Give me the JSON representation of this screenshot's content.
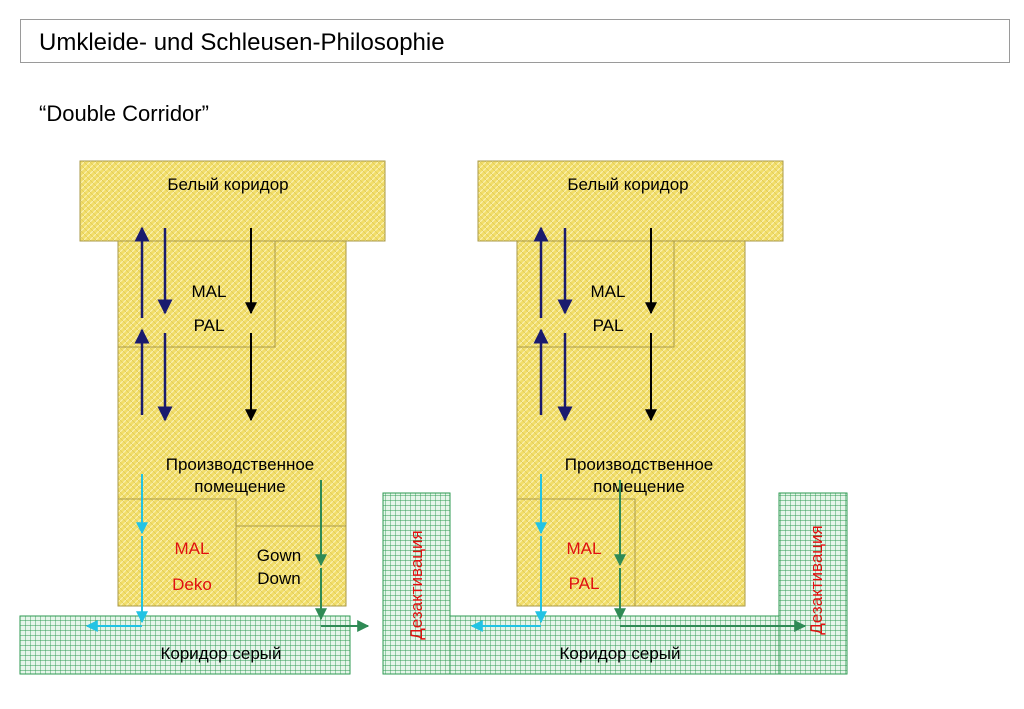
{
  "header": {
    "title": "Umkleide- und Schleusen-Philosophie"
  },
  "subtitle": "“Double Corridor”",
  "colors": {
    "room_fill": "#f2de6a",
    "room_edge": "#8f8640",
    "grid_fill": "#e6f5ea",
    "grid_line": "#2e9a52",
    "navy_arrow": "#1a1a6e",
    "black_arrow": "#000000",
    "cyan_arrow": "#22c3e4",
    "green_arrow": "#2f8a55",
    "red_text": "#e01010"
  },
  "left": {
    "white_corridor": "Белый коридор",
    "mal": "MAL",
    "pal": "PAL",
    "production_line1": "Производственное",
    "production_line2": "помещение",
    "lock_mal": "MAL",
    "lock_deko": "Deko",
    "gown_line1": "Gown",
    "gown_line2": "Down",
    "grey_corridor": "Коридор серый",
    "decontamination": "Дезактивация"
  },
  "right": {
    "white_corridor": "Белый коридор",
    "mal": "MAL",
    "pal": "PAL",
    "production_line1": "Производственное",
    "production_line2": "помещение",
    "lock_mal": "MAL",
    "lock_pal": "PAL",
    "grey_corridor": "Коридор серый",
    "decontamination": "Дезактивация"
  }
}
